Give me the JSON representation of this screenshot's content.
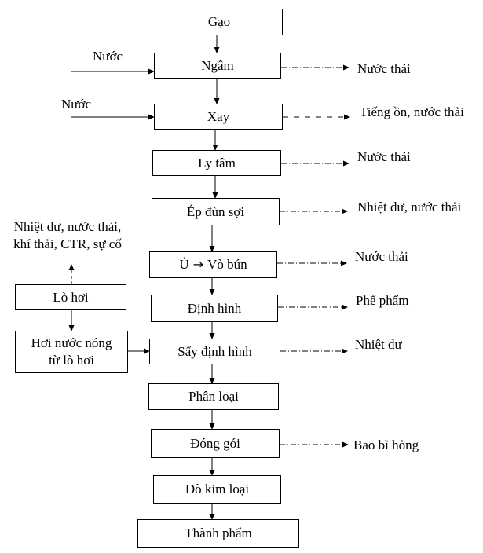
{
  "steps": {
    "gao": "Gạo",
    "ngam": "Ngâm",
    "xay": "Xay",
    "lytam": "Ly tâm",
    "ep": "Ép đùn sợi",
    "u_prefix": "Ủ",
    "u_arrow": "→",
    "u_suffix": "Vò bún",
    "dinhhinh": "Định hình",
    "say": "Sấy định hình",
    "phanloai": "Phân loại",
    "donggoi": "Đóng gói",
    "dokimloai": "Dò kim loại",
    "thanhpham": "Thành phẩm"
  },
  "inputs": {
    "nuoc_1": "Nước",
    "nuoc_2": "Nước"
  },
  "outputs": {
    "ngam": "Nước thải",
    "xay": "Tiếng ồn, nước thải",
    "lytam": "Nước thải",
    "ep": "Nhiệt dư, nước thải",
    "vobun": "Nước thải",
    "dinhhinh": "Phế phẩm",
    "say": "Nhiệt dư",
    "donggoi": "Bao bì hỏng"
  },
  "side": {
    "loihoi": "Lò hơi",
    "hoinuoc_line1": "Hơi nước nóng",
    "hoinuoc_line2": "từ lò hơi",
    "loihoi_out_line1": "Nhiệt dư, nước thải,",
    "loihoi_out_line2": "khí thải, CTR, sự cố"
  }
}
